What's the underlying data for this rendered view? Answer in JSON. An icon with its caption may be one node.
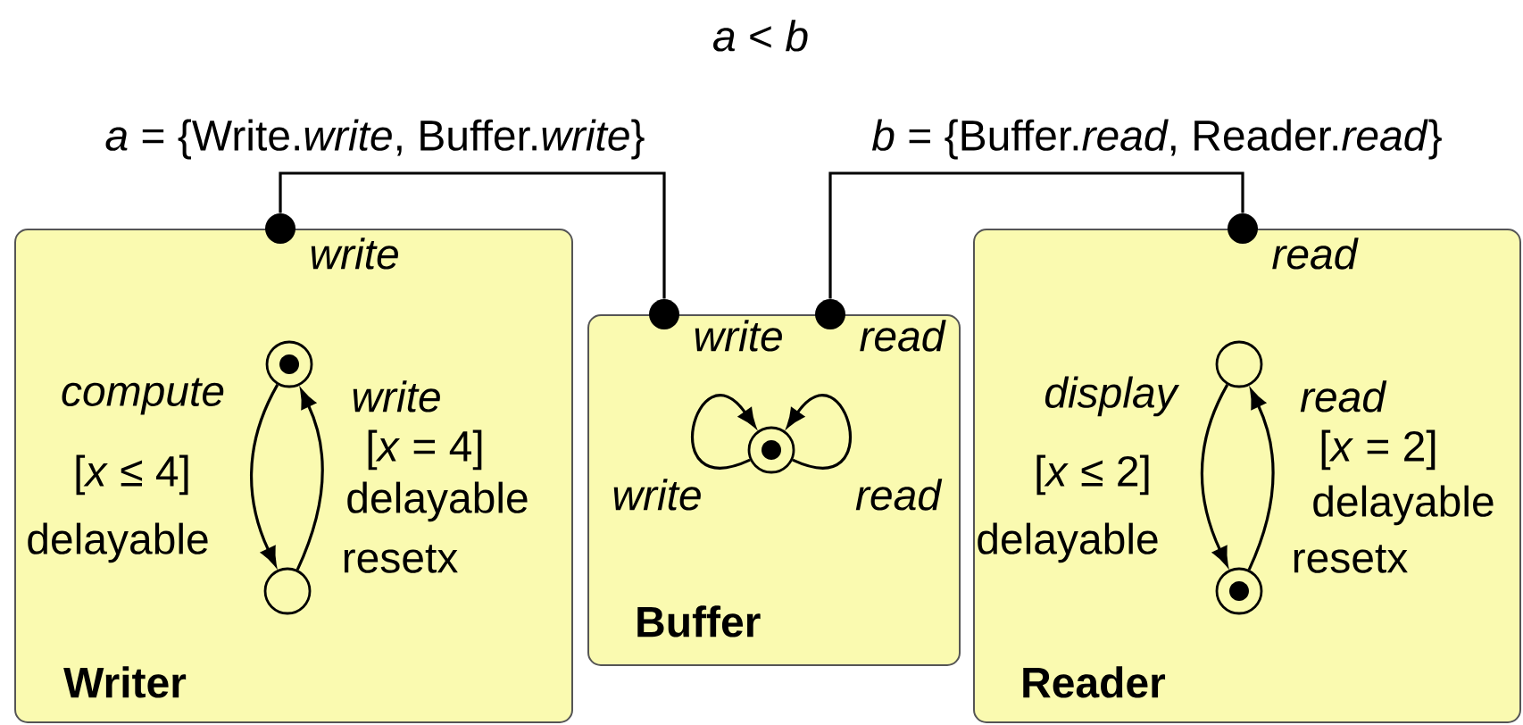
{
  "diagram": {
    "title": "*a* < *b*",
    "nodes": [
      {
        "text": [
          "Writer"
        ]
      },
      {
        "text": [],
        "shape": "dot",
        "beside": [
          "write"
        ]
      },
      {
        "text": [],
        "shape": "bullseye",
        "in": 0
      },
      {
        "text": [],
        "shape": "circle",
        "in": 0
      },
      {
        "text": [
          "Buffer"
        ]
      },
      {
        "text": [],
        "shape": "dot",
        "beside": [
          "write"
        ]
      },
      {
        "text": [],
        "shape": "dot",
        "beside": [
          "read"
        ]
      },
      {
        "text": [],
        "shape": "bullseye",
        "in": 4
      },
      {
        "text": [
          "Reader"
        ]
      },
      {
        "text": [],
        "shape": "dot",
        "beside": [
          "read"
        ]
      },
      {
        "text": [],
        "shape": "circle",
        "in": 8
      },
      {
        "text": [],
        "shape": "bullseye",
        "in": 8
      }
    ],
    "edges": [
      {
        "from": 1,
        "to": 5,
        "arrow": "none",
        "label": "*a* = {Write.*write*, Buffer.*write*}"
      },
      {
        "from": 6,
        "to": 9,
        "arrow": "none",
        "label": "*b* = {Buffer.*read*, Reader.*read*}"
      },
      {
        "from": 2,
        "to": 3,
        "arrow": "to",
        "label": "compute"
      },
      {
        "from": 3,
        "to": 2,
        "arrow": "to",
        "label": "write"
      },
      {
        "from": 7,
        "to": 7,
        "arrow": "to",
        "label": "write"
      },
      {
        "from": 7,
        "to": 7,
        "arrow": "to",
        "label": "read"
      },
      {
        "from": 10,
        "to": 11,
        "arrow": "to",
        "label": "display"
      },
      {
        "from": 11,
        "to": 10,
        "arrow": "to",
        "label": "read"
      }
    ],
    "labels": [
      "[*x* ≤ 4]",
      "delayable",
      "[*x* = 4]",
      "delayable",
      "resetx",
      "[*x* ≤ 2]",
      "delayable",
      "[*x* = 2]",
      "delayable",
      "resetx"
    ]
  }
}
